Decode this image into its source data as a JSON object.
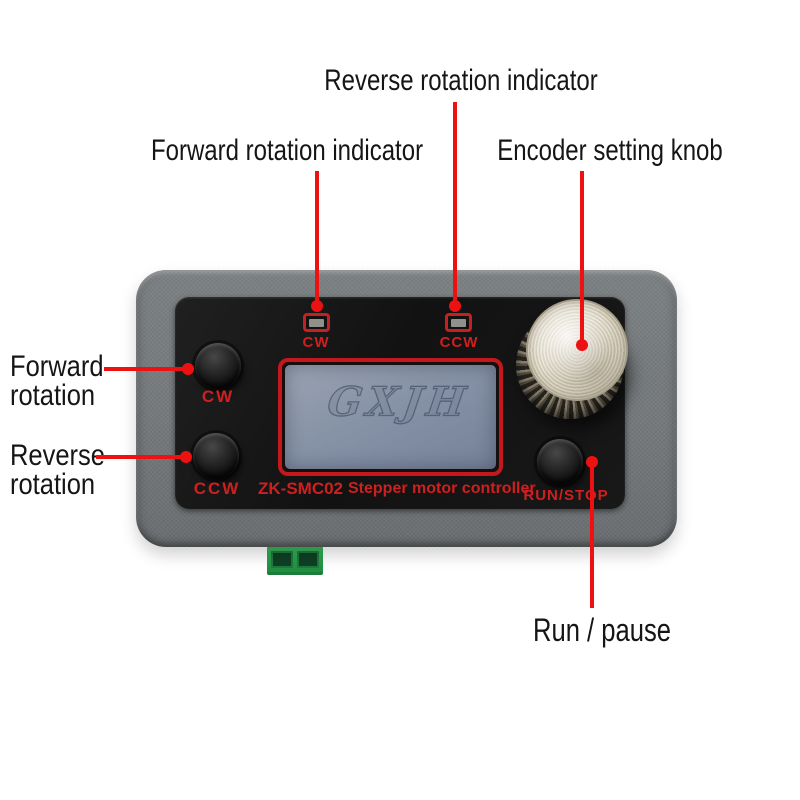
{
  "annotations": {
    "reverse_rotation_indicator": "Reverse rotation indicator",
    "forward_rotation_indicator": "Forward rotation indicator",
    "encoder_setting_knob": "Encoder setting knob",
    "forward_rotation": "Forward\nrotation",
    "reverse_rotation": "Reverse\nrotation",
    "run_pause": "Run / pause"
  },
  "device": {
    "model": "ZK-SMC02",
    "name": "Stepper motor controller",
    "watermark": "GXJH",
    "indicators": [
      {
        "label": "CW"
      },
      {
        "label": "CCW"
      }
    ],
    "buttons": [
      {
        "label": "CW"
      },
      {
        "label": "CCW"
      },
      {
        "label": "RUN/STOP"
      }
    ]
  },
  "colors": {
    "annotation_red": "#ee1111",
    "panel_text_red": "#cf1f1f",
    "case_gray": "#75797b",
    "panel_black": "#161616",
    "lcd_screen_blue_gray": "#8793a7",
    "lcd_border_red": "#c5181c",
    "knob_metal": "#d8d1bf",
    "connector_green": "#2ca24c"
  }
}
